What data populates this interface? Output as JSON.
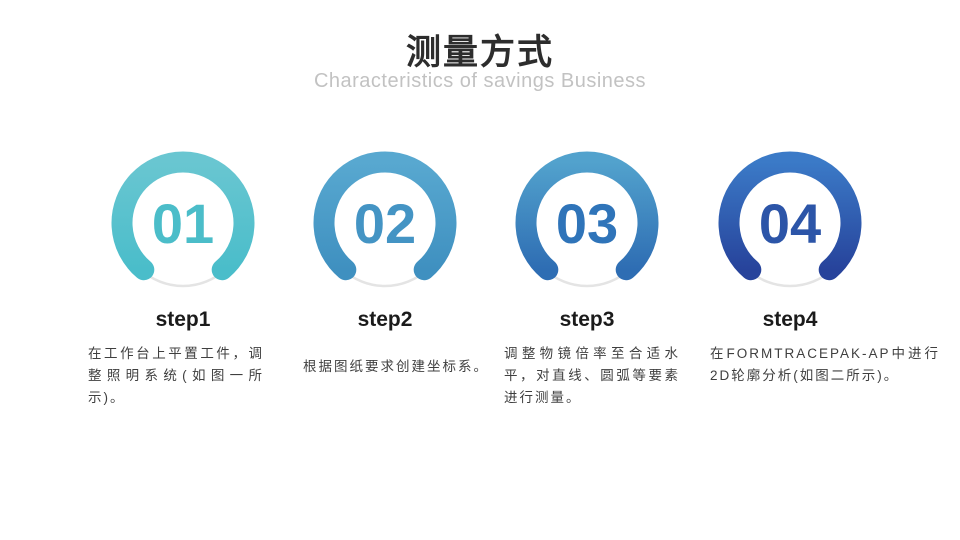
{
  "header": {
    "title": "测量方式",
    "subtitle": "Characteristics of savings Business"
  },
  "colors": {
    "track": "#E4E4E4",
    "title": "#2D2D2D",
    "subtitle": "#C2C2C2",
    "label": "#1B1B1B",
    "body": "#3F3F3F"
  },
  "steps": [
    {
      "number": "01",
      "label": "step1",
      "description": "在工作台上平置工件，调整照明系统(如图一所示)。",
      "ring_top": "#69C6D1",
      "ring_bottom": "#4ABDCA",
      "number_color": "#4BBDC9"
    },
    {
      "number": "02",
      "label": "step2",
      "description": "根据图纸要求创建坐标系。",
      "ring_top": "#58A8D0",
      "ring_bottom": "#3F90C0",
      "number_color": "#4494C4"
    },
    {
      "number": "03",
      "label": "step3",
      "description": "调整物镜倍率至合适水平，对直线、圆弧等要素进行测量。",
      "ring_top": "#52A2CD",
      "ring_bottom": "#2E6DB3",
      "number_color": "#2F74B9"
    },
    {
      "number": "04",
      "label": "step4",
      "description": "在FORMTRACEPAK-AP中进行2D轮廓分析(如图二所示)。",
      "ring_top": "#3B7AC7",
      "ring_bottom": "#27439B",
      "number_color": "#2C55A8"
    }
  ]
}
